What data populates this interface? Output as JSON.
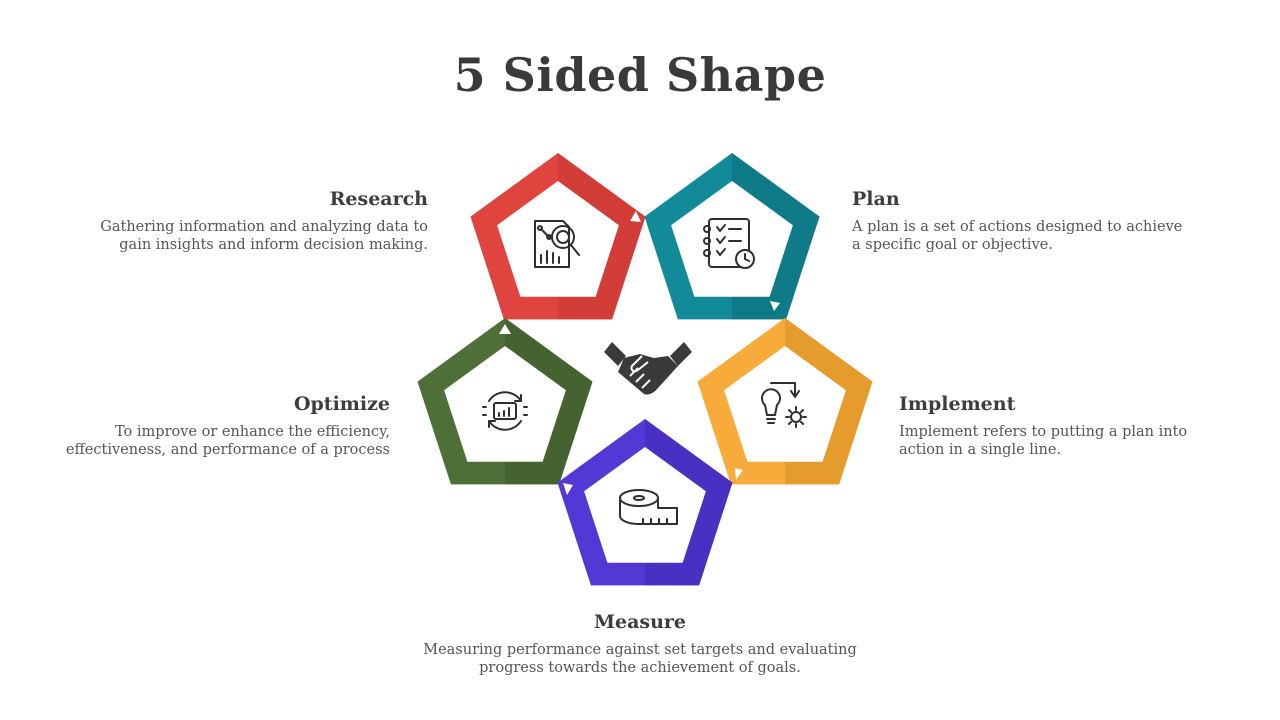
{
  "title": "5 Sided Shape",
  "colors": {
    "research": "#e0443e",
    "plan": "#138a99",
    "implement": "#f6ab3a",
    "measure": "#5438d6",
    "optimize": "#4e7038",
    "text": "#3f3f3f",
    "icon": "#3a3a3a"
  },
  "steps": [
    {
      "heading": "Research",
      "description": "Gathering information and analyzing data to gain insights and inform decision making.",
      "icon": "data-analysis-icon"
    },
    {
      "heading": "Plan",
      "description": "A plan is a set of actions designed to achieve a specific goal or objective.",
      "icon": "checklist-icon"
    },
    {
      "heading": "Implement",
      "description": "Implement refers to putting a plan into action in a single line.",
      "icon": "idea-gear-icon"
    },
    {
      "heading": "Measure",
      "description": "Measuring performance against set targets and evaluating progress towards the achievement of goals.",
      "icon": "measuring-tape-icon"
    },
    {
      "heading": "Optimize",
      "description": "To improve or enhance the efficiency, effectiveness, and performance of a process",
      "icon": "optimization-cycle-icon"
    }
  ],
  "center_icon": "handshake-icon"
}
